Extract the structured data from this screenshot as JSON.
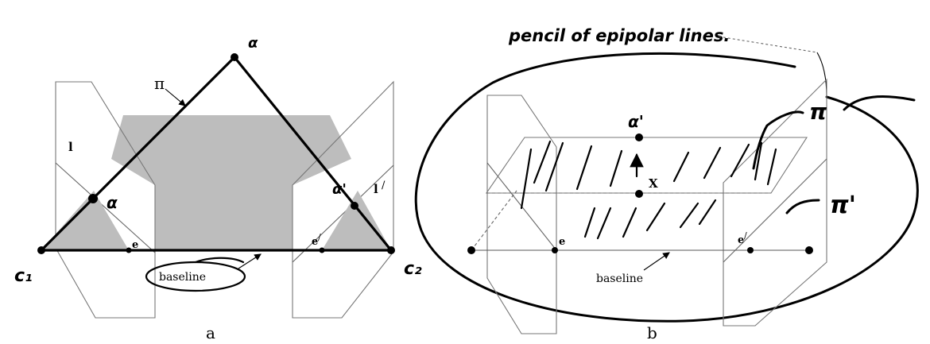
{
  "figure_a": {
    "label_pi": "π",
    "label_l": "l",
    "label_l_prime": "l",
    "label_e": "e",
    "label_e_prime": "e",
    "label_baseline": "baseline",
    "hand_top": "α",
    "hand_alpha": "α",
    "hand_alpha_prime": "α'",
    "hand_c1": "c₁",
    "hand_c2": "c₂",
    "caption": "a"
  },
  "figure_b": {
    "hand_title": "pencil of epipolar lines.",
    "hand_alpha_prime": "α'",
    "label_x": "X",
    "hand_pi": "π",
    "hand_pi_prime": "π'",
    "label_e": "e",
    "label_e_prime": "e",
    "label_baseline": "baseline",
    "caption": "b"
  }
}
